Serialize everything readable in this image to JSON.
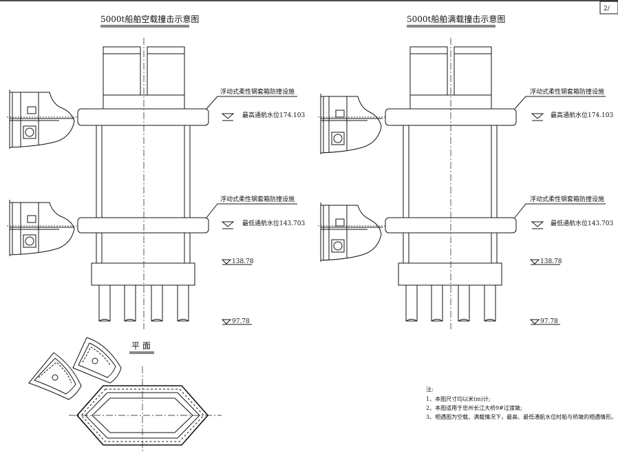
{
  "page_number": "2/",
  "diagrams": [
    {
      "title": "5000t船舶空载撞击示意图",
      "fender_labels": [
        "浮动式柔性钢套箱防撞设施",
        "浮动式柔性钢套箱防撞设施"
      ],
      "water_levels": [
        "最高通航水位174.103",
        "最低通航水位143.703"
      ],
      "elevations": [
        "138.78",
        "97.78"
      ]
    },
    {
      "title": "5000t船舶满载撞击示意图",
      "fender_labels": [
        "浮动式柔性钢套箱防撞设施",
        "浮动式柔性钢套箱防撞设施"
      ],
      "water_levels": [
        "最高通航水位174.103",
        "最低通航水位143.703"
      ],
      "elevations": [
        "138.78",
        "97.78"
      ]
    }
  ],
  "plan_title": "平 面",
  "notes": {
    "heading": "注:",
    "items": [
      "1、本图尺寸均以米(m)计;",
      "2、本图适用于忠州长江大桥9#过渡墩;",
      "3、相遇图为空载、满载情况下，最高、最低通航水位时船与桥墩的相遇情形。"
    ]
  }
}
